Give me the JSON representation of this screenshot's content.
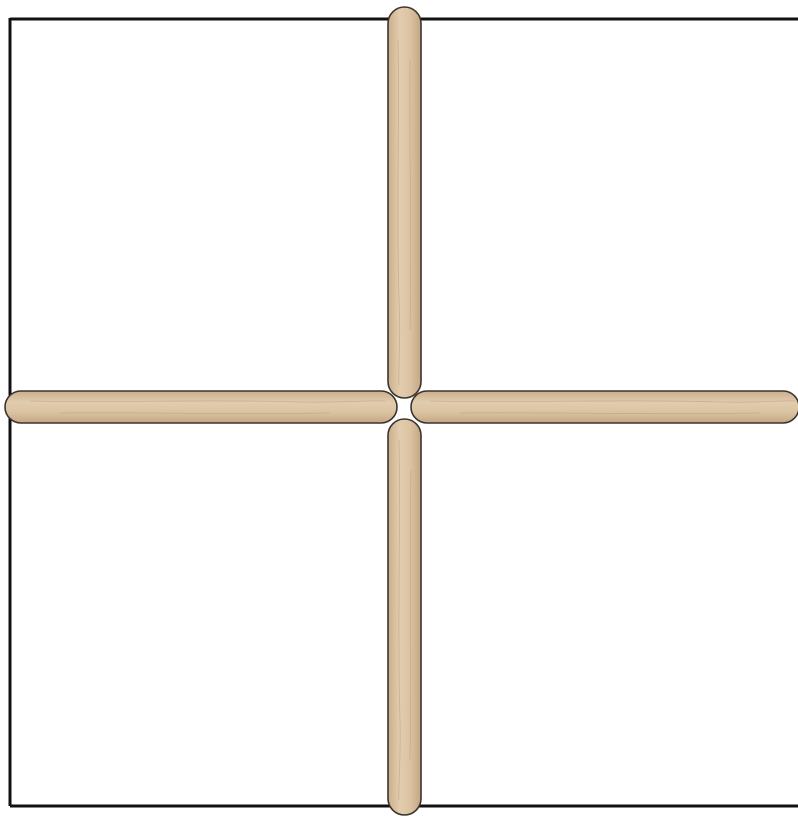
{
  "puzzle": {
    "frame": {
      "sides": [
        "left",
        "top",
        "bottom"
      ],
      "line_color": "#111111"
    },
    "stick": {
      "color": "#dbc4a4",
      "highlight_color": "#e6d3b8",
      "shadow_color": "#c9ae8c",
      "outline_color": "#3a342c"
    },
    "sticks": [
      {
        "id": "stick-top",
        "orientation": "vertical"
      },
      {
        "id": "stick-bottom",
        "orientation": "vertical"
      },
      {
        "id": "stick-left",
        "orientation": "horizontal"
      },
      {
        "id": "stick-right",
        "orientation": "horizontal"
      }
    ]
  }
}
